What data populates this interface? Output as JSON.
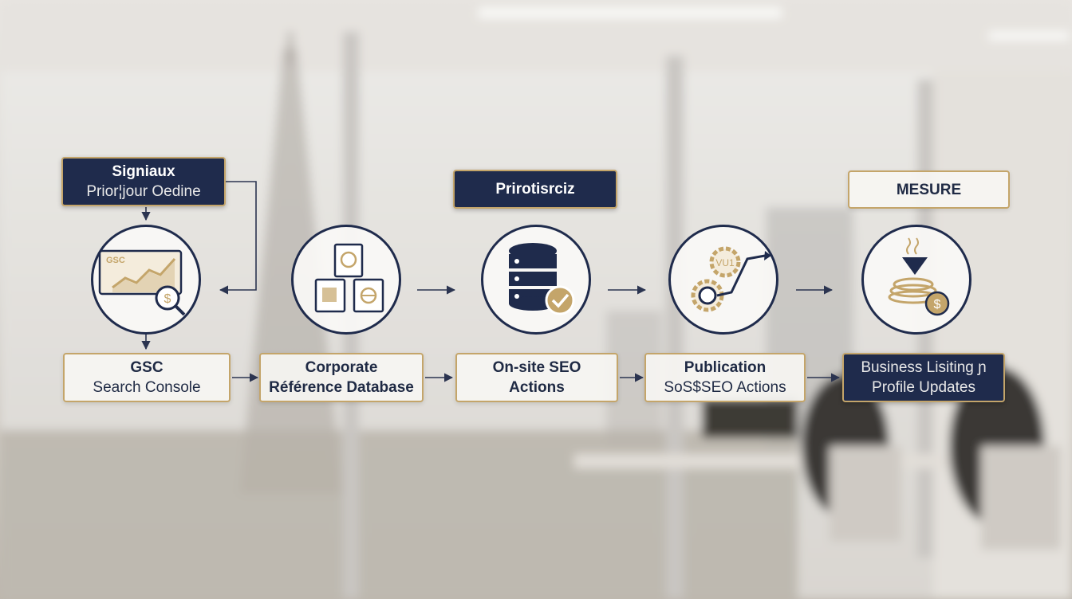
{
  "top_labels": {
    "signaux_line1": "Signiaux",
    "signaux_line2": "Prior¦jour Oedine",
    "priorisation": "Prirotisrciz",
    "mesure": "MESURE"
  },
  "circle_texts": {
    "chart_label": "GSC",
    "gear_label": "VU1"
  },
  "steps": [
    {
      "line1": "GSC",
      "line2": "Search Console"
    },
    {
      "line1": "Corporate",
      "line2": "Référence Database"
    },
    {
      "line1": "On-site SEO",
      "line2": "Actions"
    },
    {
      "line1": "Publication",
      "line2": "SoS$SEO Actions"
    },
    {
      "line1": "Business Lisiting ɲ",
      "line2": "Profile Updates"
    }
  ],
  "icons": [
    "gsc-chart-icon",
    "document-stack-icon",
    "database-check-icon",
    "gears-trend-icon",
    "measure-coins-icon"
  ],
  "colors": {
    "navy": "#1f2b4c",
    "gold": "#c4a56a",
    "panel": "#f7f6f3"
  }
}
